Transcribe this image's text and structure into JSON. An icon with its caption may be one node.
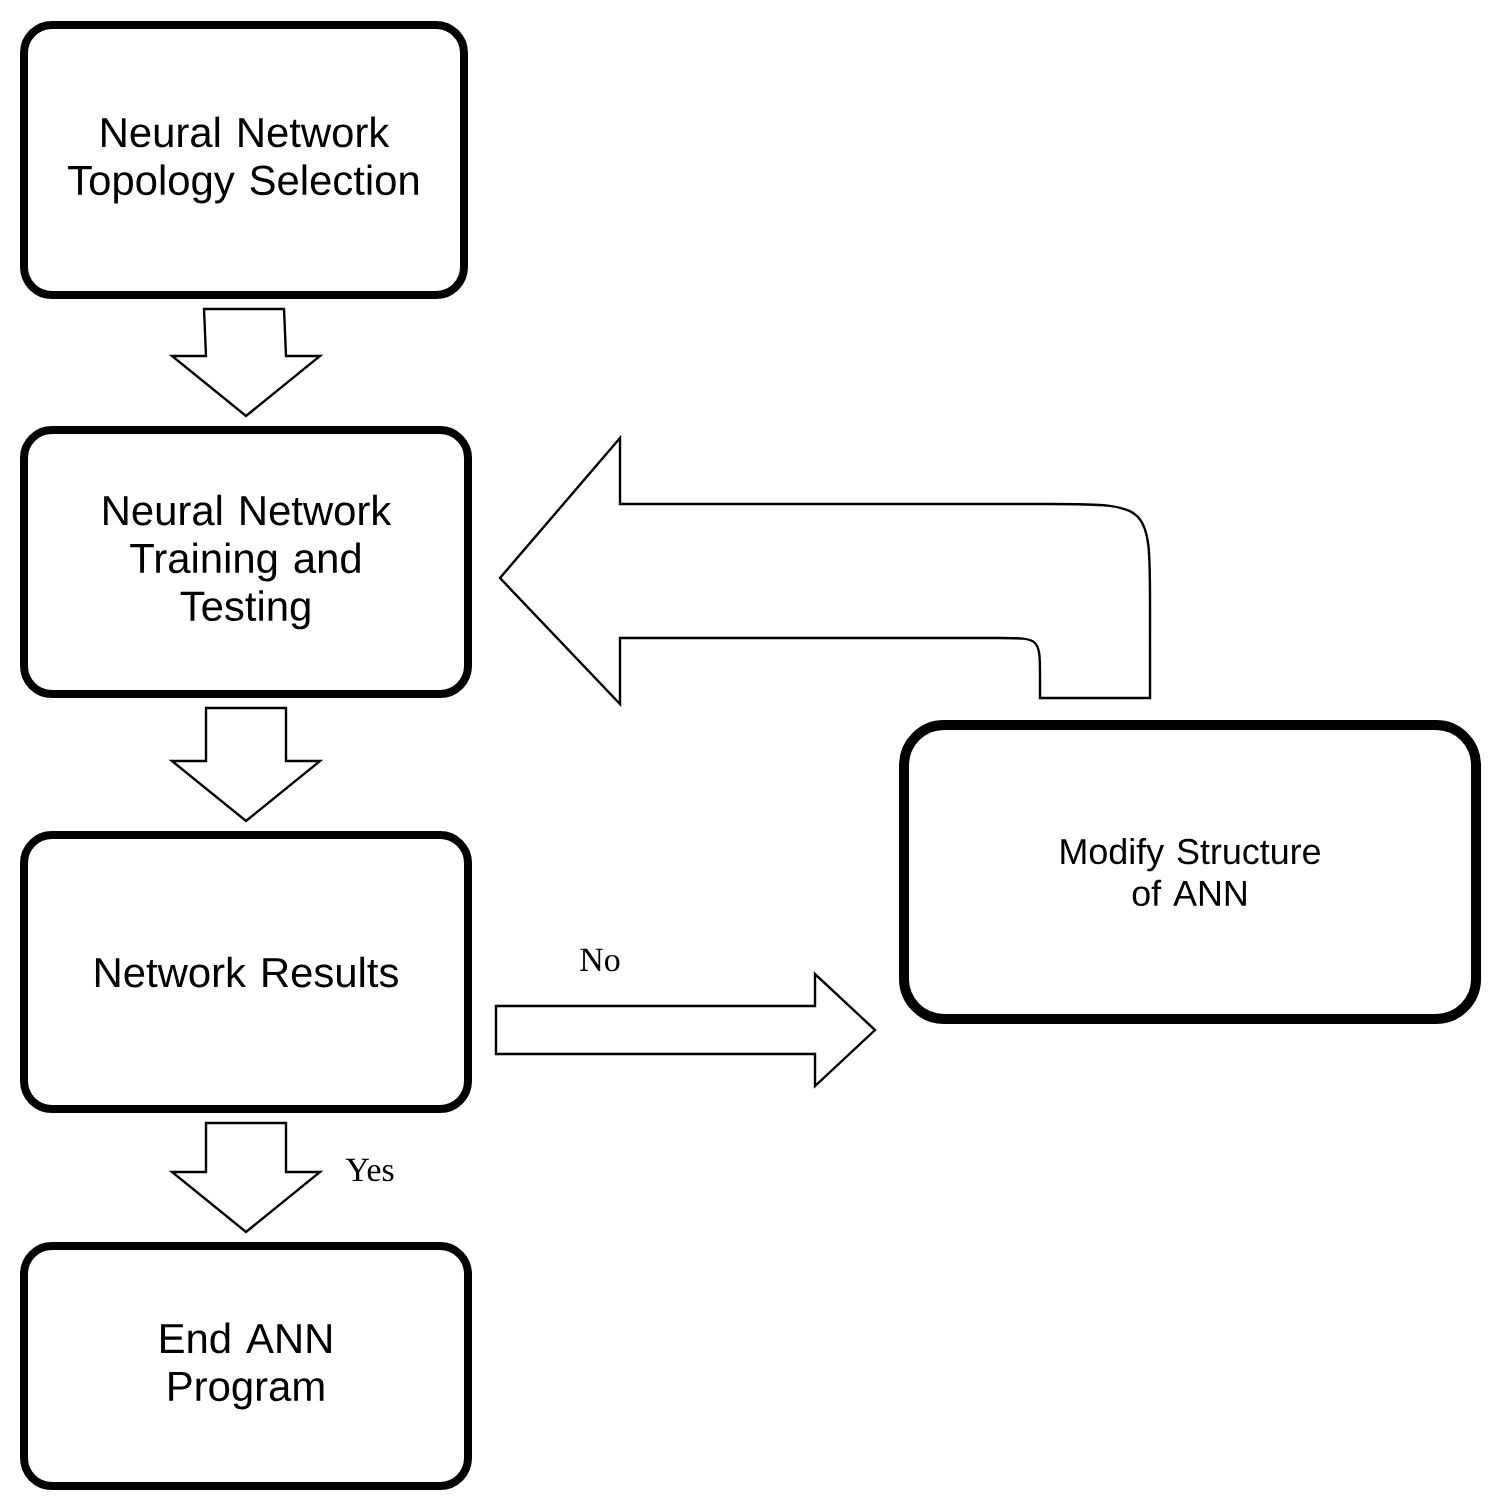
{
  "diagram": {
    "nodes": [
      {
        "text": [
          "Neural Network Topology Selection"
        ]
      },
      {
        "text": [
          "Neural Network Training and Testing"
        ]
      },
      {
        "text": [
          "Network Results"
        ]
      },
      {
        "text": [
          "Modify Structure of ANN"
        ]
      },
      {
        "text": [
          "End ANN Program"
        ]
      }
    ],
    "edges": [
      {
        "from": 0,
        "to": 1,
        "arrow": "to"
      },
      {
        "from": 1,
        "to": 2,
        "arrow": "to"
      },
      {
        "from": 2,
        "to": 3,
        "arrow": "to",
        "label": "No"
      },
      {
        "from": 2,
        "to": 4,
        "arrow": "to",
        "label": "Yes"
      },
      {
        "from": 3,
        "to": 1,
        "arrow": "to"
      }
    ]
  }
}
